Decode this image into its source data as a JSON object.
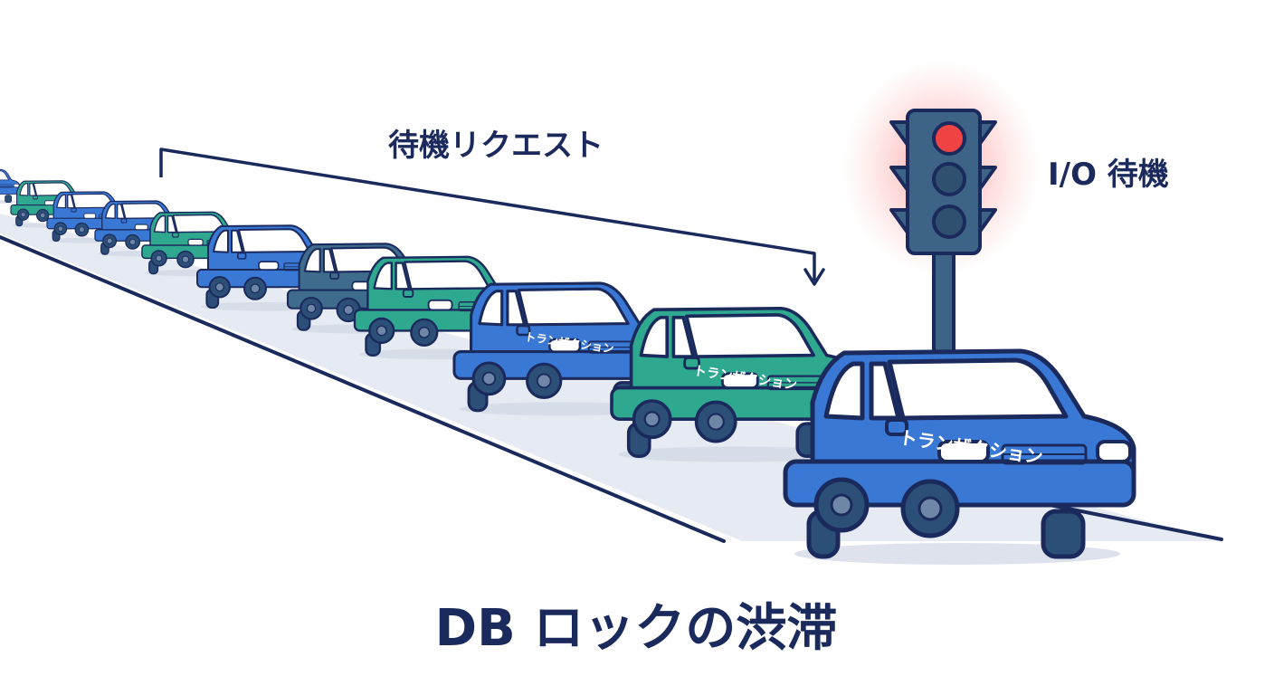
{
  "labels": {
    "queue": "待機リクエスト",
    "io_wait": "I/O 待機",
    "title": "DB ロックの渋滞",
    "car_label": "トランザクション"
  },
  "signal": {
    "active_light": "red"
  },
  "palette": {
    "ink": "#1b2a5c",
    "blue_car": "#3a78d6",
    "blue_car_dark": "#2f5fae",
    "teal_car": "#2fa890",
    "slate_car": "#3f6b8c",
    "road": "#e6eaf2",
    "signal_body": "#3d6386",
    "red_light": "#f04444"
  },
  "icons": [
    "traffic-light-icon",
    "car-icon",
    "arrow-down-icon"
  ]
}
